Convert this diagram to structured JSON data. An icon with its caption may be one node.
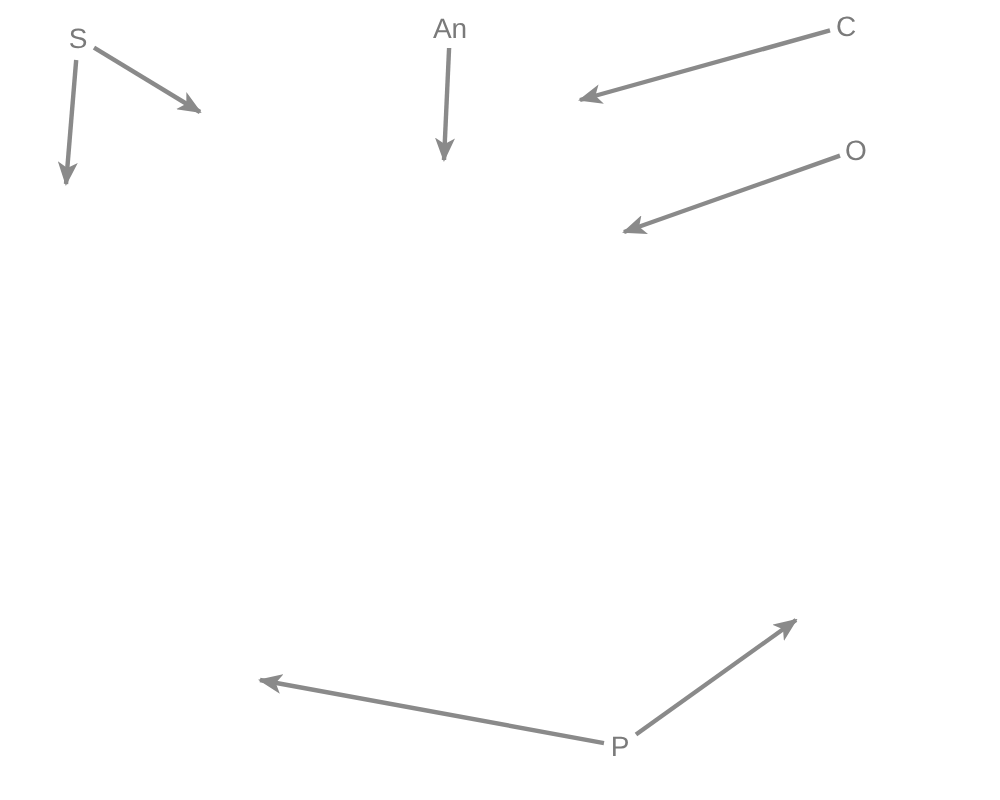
{
  "diagram": {
    "nodes": [
      {
        "text": [
          "S"
        ]
      },
      {
        "text": [
          "An"
        ]
      },
      {
        "text": [
          "C"
        ]
      },
      {
        "text": [
          "O"
        ]
      },
      {
        "text": [
          "P"
        ]
      }
    ],
    "edges": [
      {
        "from": 0,
        "to": null,
        "arrow": "to"
      },
      {
        "from": 0,
        "to": null,
        "arrow": "to"
      },
      {
        "from": 1,
        "to": null,
        "arrow": "to"
      },
      {
        "from": 2,
        "to": null,
        "arrow": "to"
      },
      {
        "from": 3,
        "to": null,
        "arrow": "to"
      },
      {
        "from": 4,
        "to": null,
        "arrow": "to"
      },
      {
        "from": 4,
        "to": null,
        "arrow": "to"
      }
    ]
  }
}
